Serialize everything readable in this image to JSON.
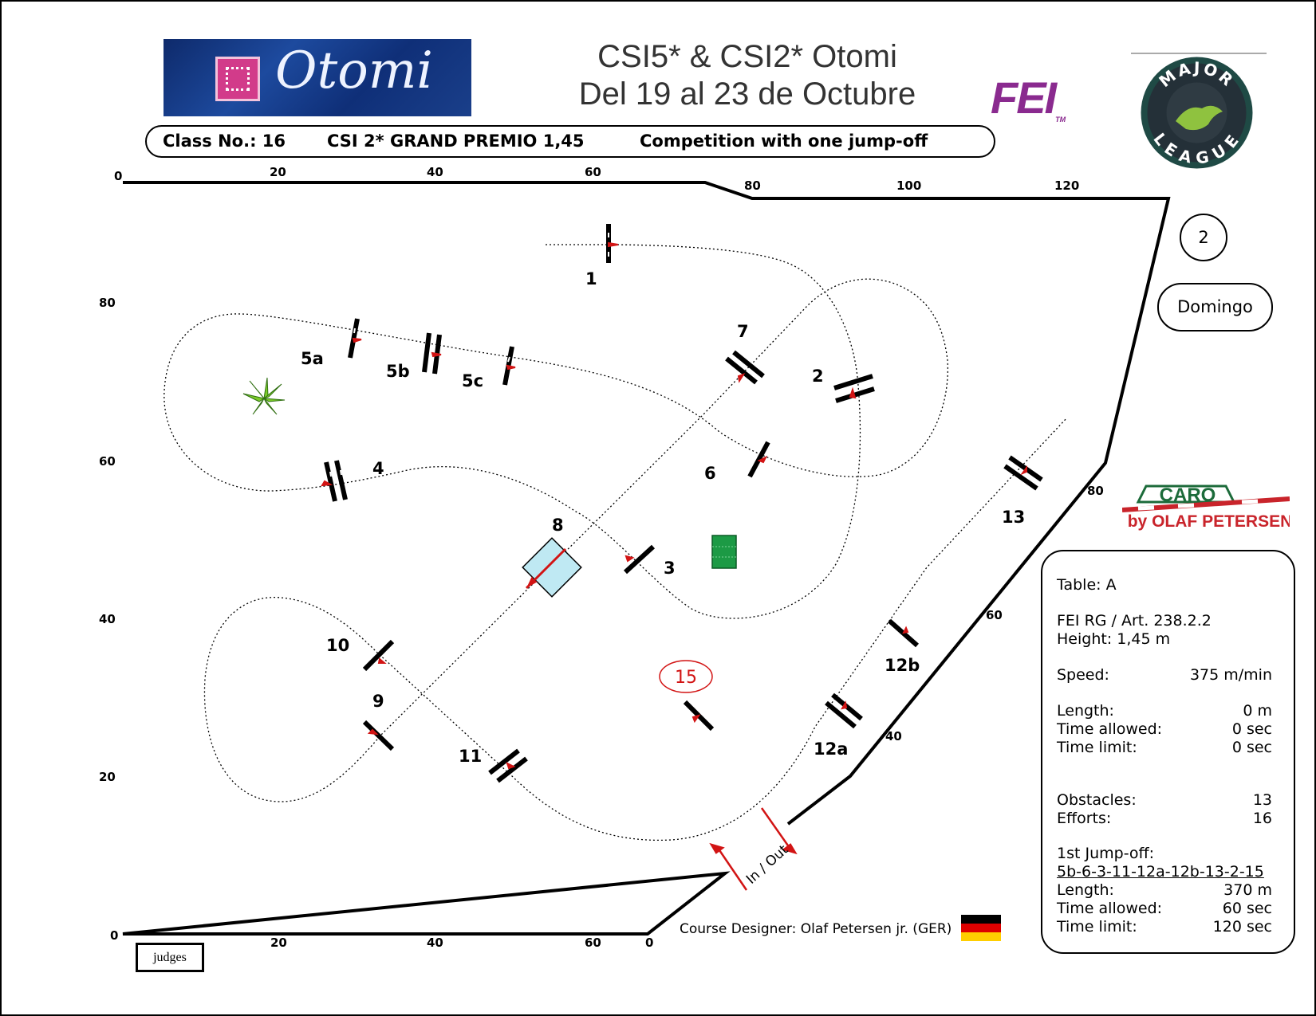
{
  "header": {
    "logo_text": "Otomi",
    "title_line1": "CSI5* & CSI2* Otomi",
    "title_line2": "Del 19 al 23 de Octubre",
    "fei_logo": "FEI",
    "fei_tm": "TM",
    "major_league_logo": [
      "MAJOR",
      "LEAGUE"
    ]
  },
  "class_bar": {
    "class_no": "Class No.: 16",
    "class_name": "CSI 2* GRAND PREMIO 1,45",
    "competition": "Competition with one jump-off"
  },
  "badges": {
    "course_number": "2",
    "day": "Domingo"
  },
  "sponsor": {
    "brand": "CARO",
    "byline": "by OLAF PETERSEN"
  },
  "scales": {
    "top": [
      "0",
      "20",
      "40",
      "60",
      "80",
      "100",
      "120"
    ],
    "left": [
      "80",
      "60",
      "40",
      "20",
      "0"
    ],
    "bottom": [
      "20",
      "40",
      "60",
      "0"
    ],
    "diagonal": [
      "80",
      "60",
      "40"
    ]
  },
  "obstacles": {
    "labels": [
      "1",
      "2",
      "3",
      "4",
      "5a",
      "5b",
      "5c",
      "6",
      "7",
      "8",
      "9",
      "10",
      "11",
      "12a",
      "12b",
      "13"
    ],
    "final": "15"
  },
  "arena": {
    "gate_label": "In / Out",
    "judges": "judges"
  },
  "designer": "Course Designer: Olaf Petersen jr. (GER)",
  "flag_colors": [
    "#000000",
    "#dd0000",
    "#ffce00"
  ],
  "info": {
    "table": "Table:  A",
    "rule": "FEI RG / Art. 238.2.2",
    "height": "Height: 1,45  m",
    "speed_label": "Speed:",
    "speed_value": "375  m/min",
    "length_label": "Length:",
    "length_value": "0    m",
    "time_allowed_label": "Time allowed:",
    "time_allowed_value": "0  sec",
    "time_limit_label": "Time limit:",
    "time_limit_value": "0  sec",
    "obstacles_label": "Obstacles:",
    "obstacles_value": "13",
    "efforts_label": "Efforts:",
    "efforts_value": "16",
    "jumpoff_title": "1st Jump-off:",
    "jumpoff_sequence": "5b-6-3-11-12a-12b-13-2-15",
    "jo_length_label": "Length:",
    "jo_length_value": "370    m",
    "jo_time_allowed_label": "Time allowed:",
    "jo_time_allowed_value": "60  sec",
    "jo_time_limit_label": "Time limit:",
    "jo_time_limit_value": "120  sec"
  }
}
